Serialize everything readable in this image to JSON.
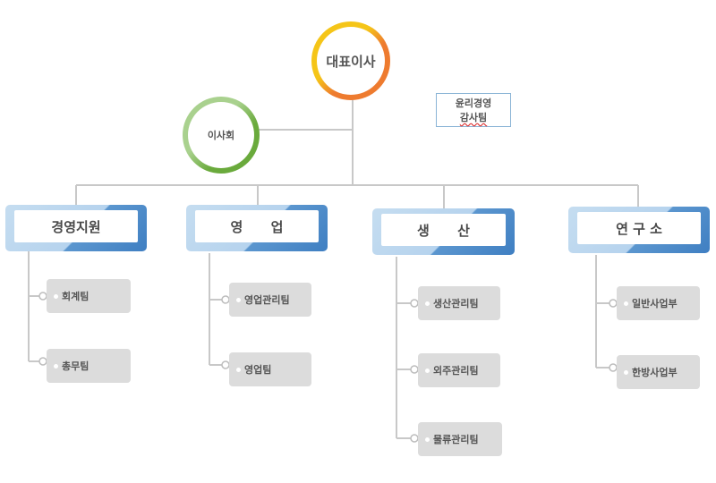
{
  "ceo": {
    "label": "대표이사"
  },
  "board": {
    "label": "이사회"
  },
  "ethics_team": {
    "line1": "윤리경영",
    "line2": "감사팀"
  },
  "departments": [
    {
      "label": "경영지원",
      "teams": [
        "회계팀",
        "총무팀"
      ]
    },
    {
      "label": "영      업",
      "teams": [
        "영업관리팀",
        "영업팀"
      ]
    },
    {
      "label": "생      산",
      "teams": [
        "생산관리팀",
        "외주관리팀",
        "물류관리팀"
      ]
    },
    {
      "label": "연 구 소",
      "teams": [
        "일반사업부",
        "한방사업부"
      ]
    }
  ],
  "colors": {
    "ceo_ring": [
      "#f5c518",
      "#ee7b2f"
    ],
    "board_ring": [
      "#a9d18e",
      "#6aaa3c"
    ],
    "dept_accent": "#4a86c6",
    "team_fill": "#dcdcdc",
    "connector": "#c8c8c8"
  }
}
